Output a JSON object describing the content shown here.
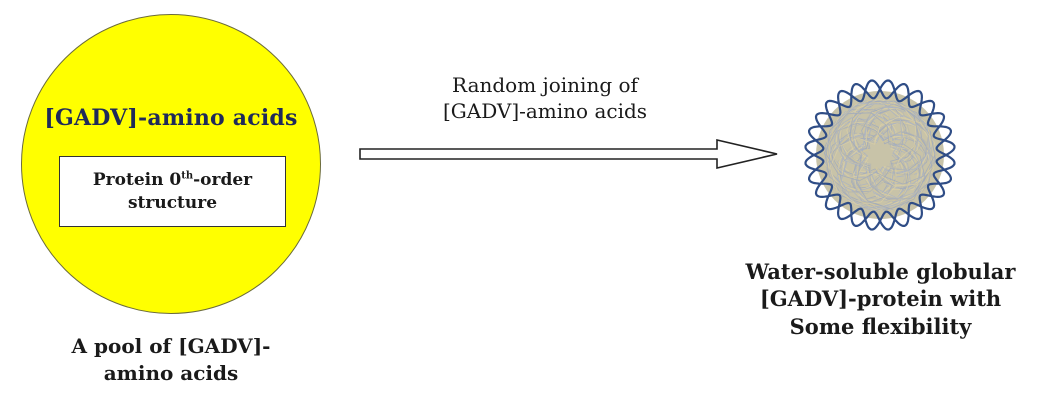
{
  "pool": {
    "title": "[GADV]-amino acids",
    "structure_text_pre": "Protein 0",
    "structure_text_sup": "th",
    "structure_text_post": "-order",
    "structure_text_line2": "structure",
    "caption_line1": "A pool of [GADV]-",
    "caption_line2": "amino acids"
  },
  "arrow": {
    "label_line1": "Random joining of",
    "label_line2": "[GADV]-amino acids"
  },
  "protein": {
    "caption_line1": "Water-soluble globular",
    "caption_line2": "[GADV]-protein with",
    "caption_line3": "Some flexibility"
  },
  "colors": {
    "pool_fill": "#ffff00",
    "pool_title": "#1f2a5a",
    "globule_fill": "#c8c3a8",
    "globule_chain": "#2f4d86"
  }
}
